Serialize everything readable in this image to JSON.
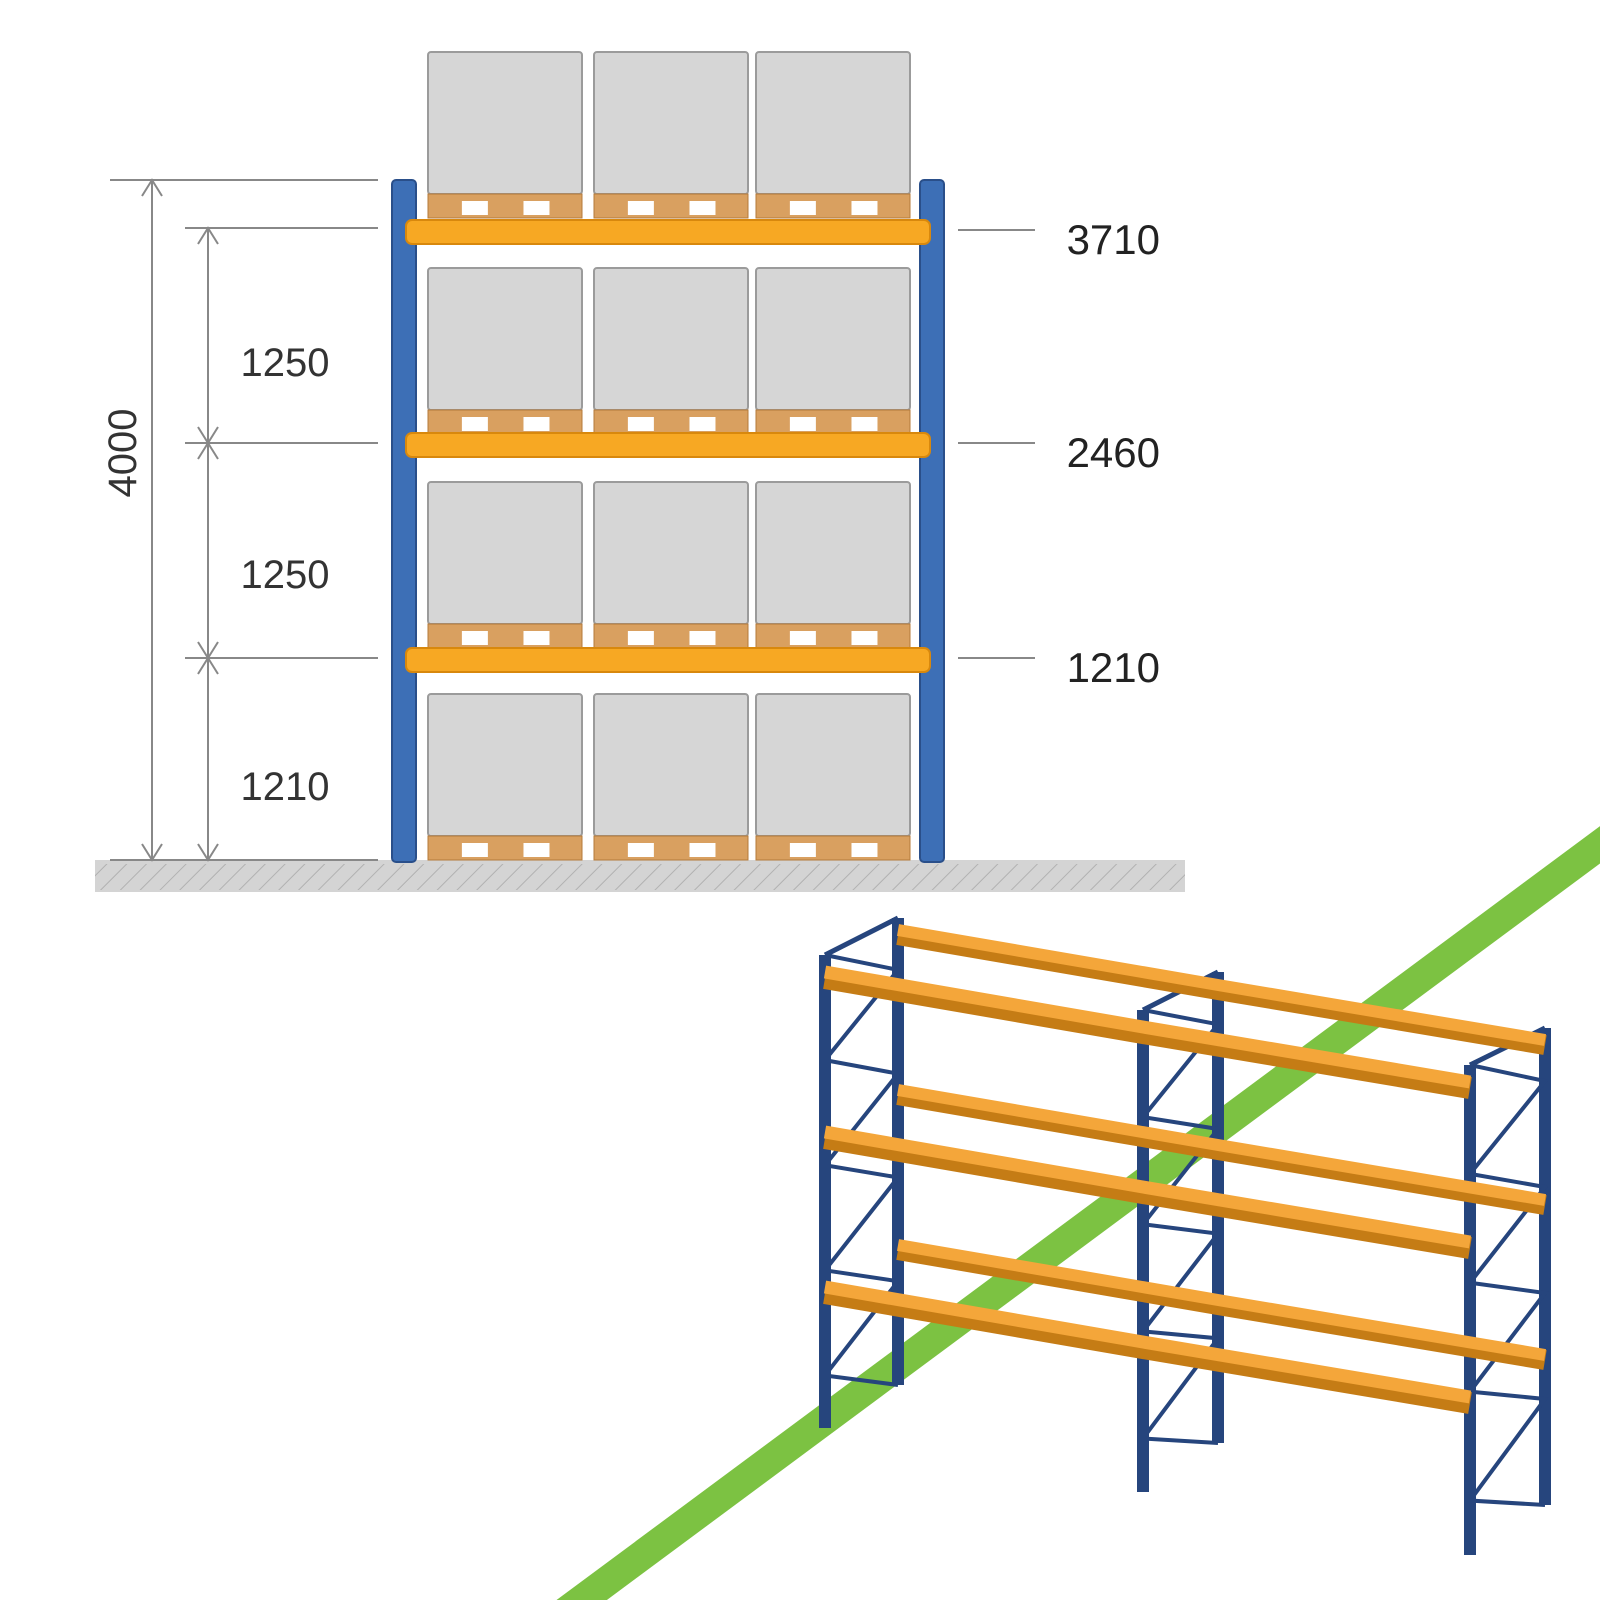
{
  "front_view": {
    "total_height_label": "4000",
    "gap_labels": [
      "1250",
      "1250",
      "1210"
    ],
    "level_labels": [
      "3710",
      "2460",
      "1210"
    ],
    "pallets_per_level": 3,
    "levels_with_pallets": 4,
    "colors": {
      "upright": "#3d6fb6",
      "beam": "#f7a823",
      "load": "#d6d6d6",
      "pallet": "#d9a060",
      "floor": "#d4d4d4",
      "dimension_line": "#888888"
    }
  },
  "iso_view": {
    "bays": 2,
    "beam_levels": 3,
    "colors": {
      "frame": "#26457d",
      "beam": "#f4a63a",
      "beam_shadow": "#c57c15",
      "floor_line": "#7cc242"
    }
  }
}
